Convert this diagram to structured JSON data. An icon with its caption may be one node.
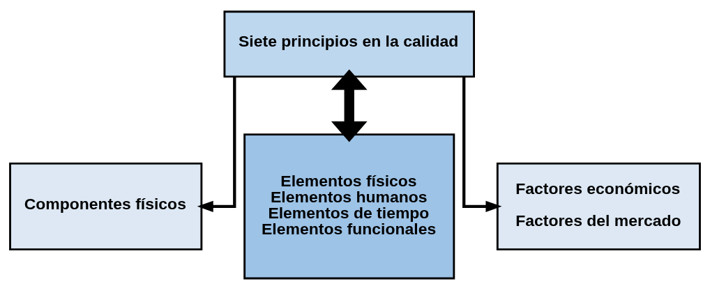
{
  "diagram": {
    "nodes": [
      {
        "text": [
          "Siete principios en la calidad"
        ]
      },
      {
        "text": [
          "Componentes físicos"
        ]
      },
      {
        "text": [
          "Elementos físicos",
          "Elementos humanos",
          "Elementos de tiempo",
          "Elementos funcionales"
        ]
      },
      {
        "text": [
          "Factores económicos",
          "Factores del mercado"
        ]
      }
    ],
    "edges": [
      {
        "from": 0,
        "to": 1,
        "arrow": "to"
      },
      {
        "from": 0,
        "to": 2,
        "arrow": "both",
        "style": "thick"
      },
      {
        "from": 0,
        "to": 3,
        "arrow": "to"
      }
    ]
  }
}
